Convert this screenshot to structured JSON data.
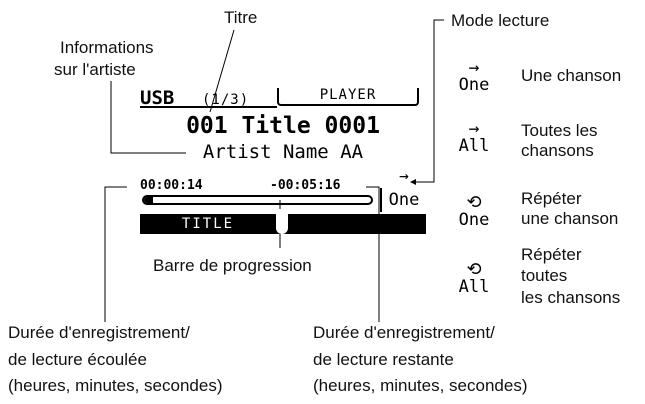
{
  "labels": {
    "title": "Titre",
    "artist_info_line1": "Informations",
    "artist_info_line2": "sur l'artiste",
    "play_mode": "Mode lecture",
    "progress_bar": "Barre de progression",
    "elapsed_line1": "Durée d'enregistrement/",
    "elapsed_line2": "de lecture écoulée",
    "elapsed_line3": "(heures, minutes, secondes)",
    "remaining_line1": "Durée d'enregistrement/",
    "remaining_line2": "de lecture restante",
    "remaining_line3": "(heures, minutes, secondes)"
  },
  "display": {
    "source": "USB",
    "track_counter": "(1/3)",
    "mode_tab": "PLAYER",
    "track_title": "001 Title 0001",
    "artist_name": "Artist Name AA",
    "elapsed_time": "00:00:14",
    "remaining_time": "-00:05:16",
    "mode_indicator_word": "One",
    "mode_indicator_arrow": "→",
    "bottom_tab": "TITLE",
    "progress_fraction": 0.04
  },
  "legend": [
    {
      "icon": "arrow-right-icon",
      "glyph": "→",
      "word": "One",
      "desc_lines": [
        "Une chanson"
      ]
    },
    {
      "icon": "arrow-right-icon",
      "glyph": "→",
      "word": "All",
      "desc_lines": [
        "Toutes les",
        "chansons"
      ]
    },
    {
      "icon": "repeat-icon",
      "glyph": "⟲",
      "word": "One",
      "desc_lines": [
        "Répéter",
        "une chanson"
      ]
    },
    {
      "icon": "repeat-icon",
      "glyph": "⟲",
      "word": "All",
      "desc_lines": [
        "Répéter",
        "toutes",
        "les chansons"
      ]
    }
  ]
}
